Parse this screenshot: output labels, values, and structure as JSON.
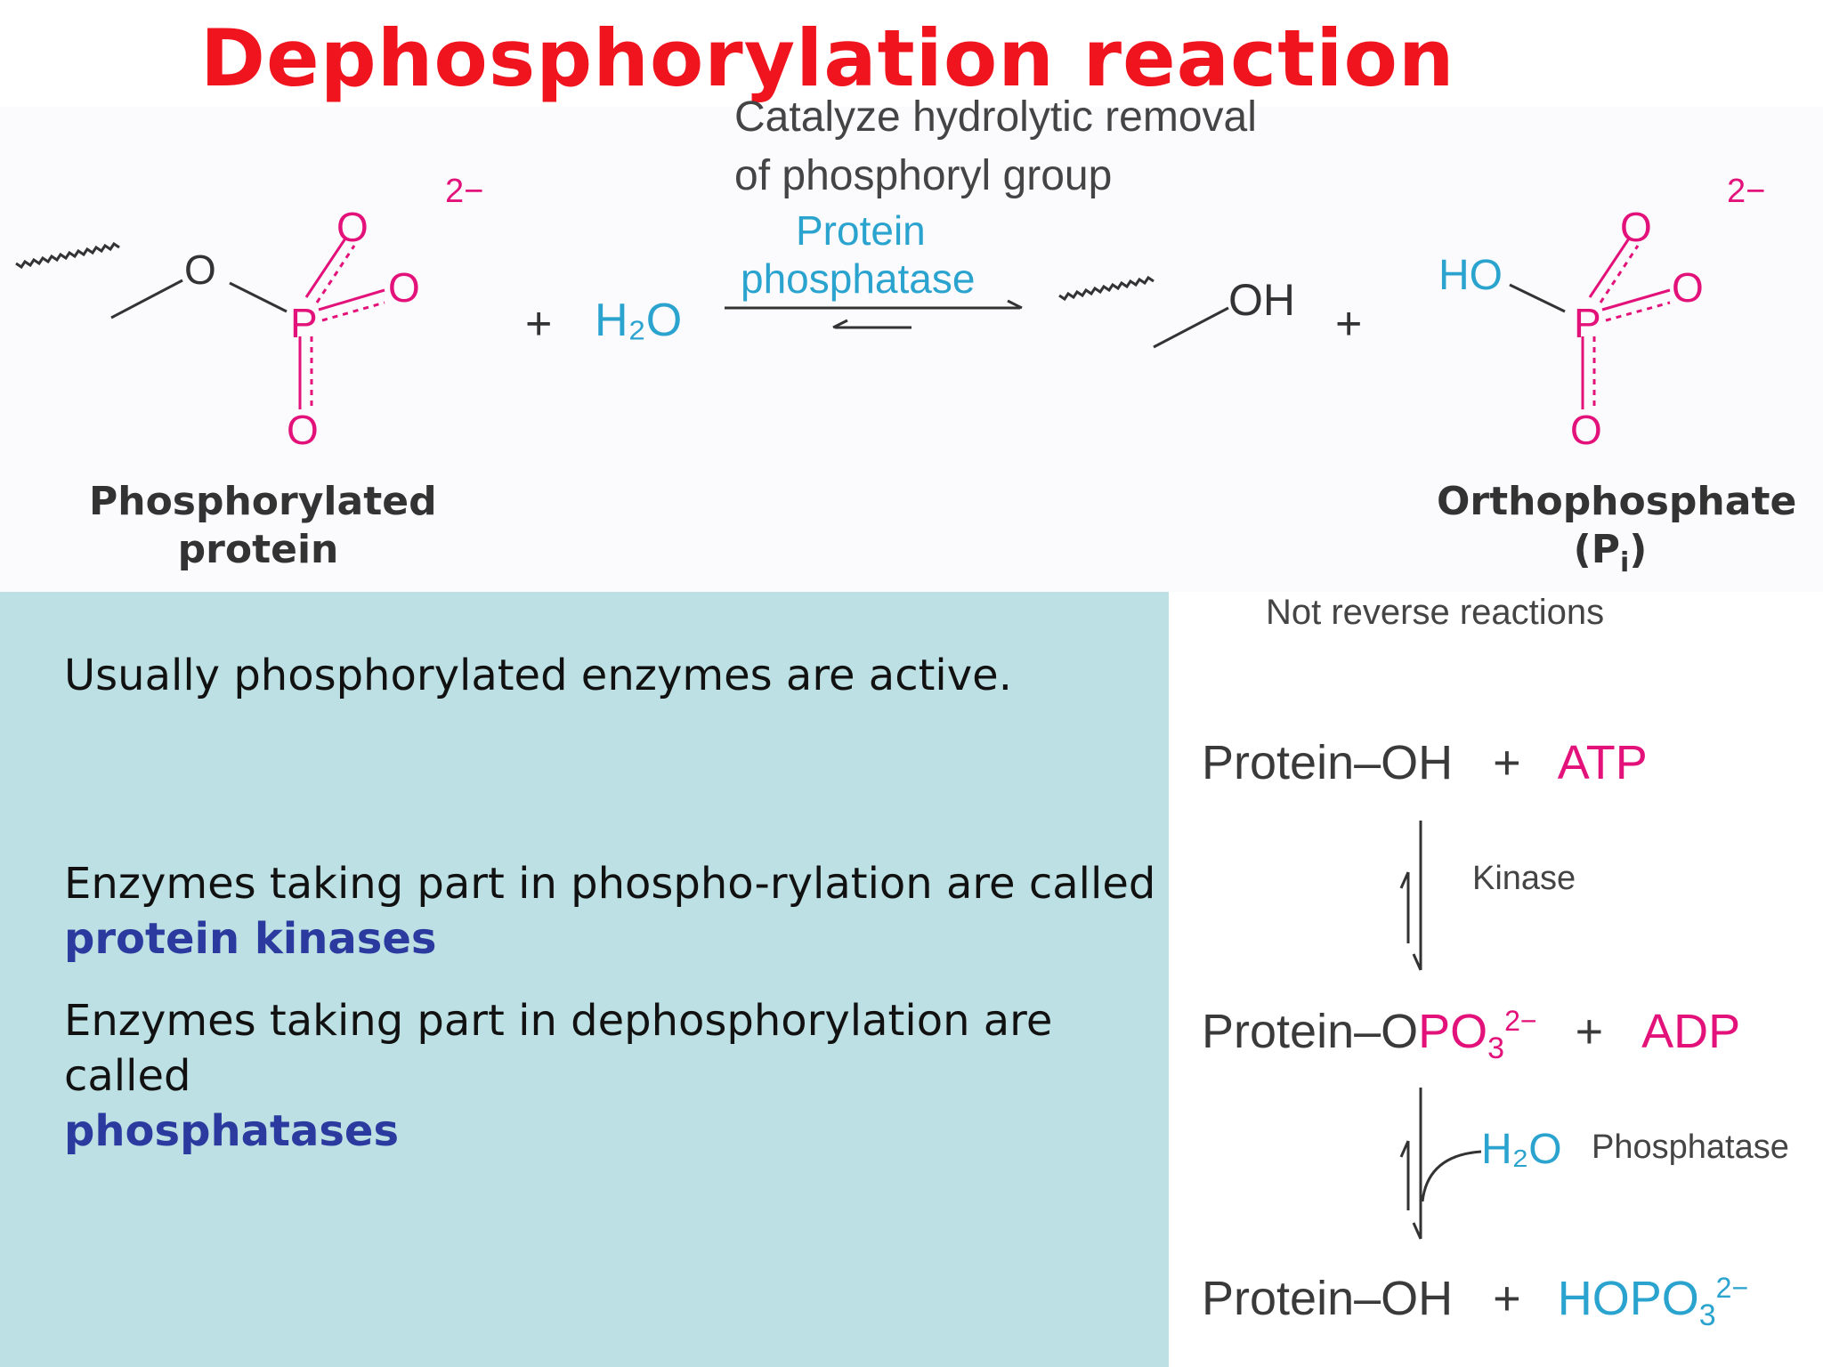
{
  "title": "Dephosphorylation reaction",
  "top_note": {
    "line1": "Catalyze hydrolytic removal",
    "line2": "of phosphoryl group"
  },
  "reaction": {
    "enzyme_line1": "Protein",
    "enzyme_line2": "phosphatase",
    "plus1": "+",
    "water": "H₂O",
    "plus2": "+",
    "charge_left": "2−",
    "charge_right": "2−",
    "atom_O": "O",
    "atom_P": "P",
    "atom_OH": "OH",
    "atom_HO": "HO",
    "reactant_label_line1": "Phosphorylated",
    "reactant_label_line2": "protein",
    "product_label_line1": "Orthophosphate",
    "product_label_line2": "(P",
    "product_label_sub": "i",
    "product_label_close": ")"
  },
  "note_not_reverse": "Not reverse reactions",
  "paragraphs": {
    "p1": "Usually phosphorylated enzymes are active.",
    "p2": "Enzymes taking part in phospho-rylation are called",
    "p2_highlight": "protein kinases",
    "p3": "Enzymes taking part in dephosphorylation are called",
    "p3_highlight": "phosphatases"
  },
  "cycle": {
    "row1_left": "Protein–OH",
    "row1_plus": "+",
    "row1_right": "ATP",
    "kinase": "Kinase",
    "row2_left_a": "Protein–O",
    "row2_left_b": "PO",
    "row2_left_sub": "3",
    "row2_left_sup": "2−",
    "row2_plus": "+",
    "row2_right": "ADP",
    "water": "H₂O",
    "phosphatase": "Phosphatase",
    "row3_left": "Protein–OH",
    "row3_plus": "+",
    "row3_right": "HOPO",
    "row3_right_sub": "3",
    "row3_right_sup": "2−"
  },
  "colors": {
    "title": "#f0141e",
    "phosphate": "#e3127a",
    "water": "#2aa3cf",
    "highlight": "#2b3a9e",
    "panel": "#bce0e3"
  }
}
